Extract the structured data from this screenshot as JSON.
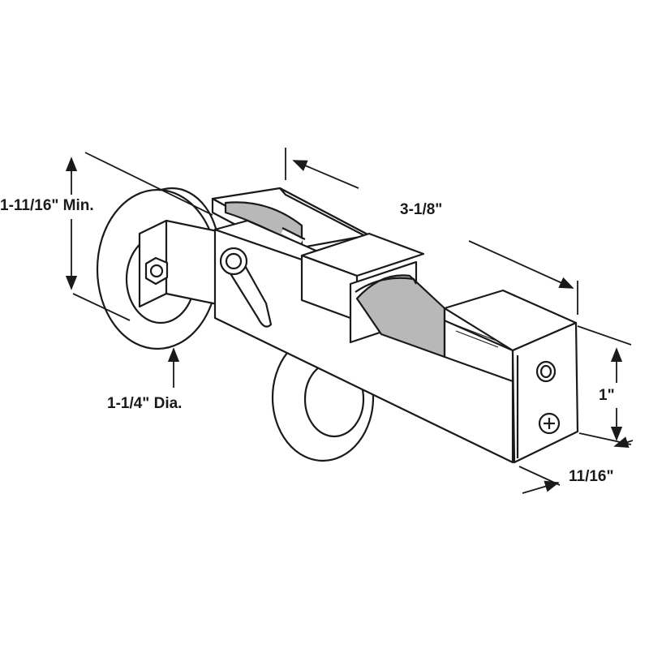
{
  "dimensions": {
    "height_min": "1-11/16\" Min.",
    "length": "3-1/8\"",
    "wheel_diameter": "1-1/4\" Dia.",
    "housing_height": "1\"",
    "housing_width": "11/16\""
  },
  "colors": {
    "line": "#1a1a1a",
    "housing": "#ffffff",
    "wheel_shade": "#b8b8b8",
    "background": "#ffffff"
  }
}
